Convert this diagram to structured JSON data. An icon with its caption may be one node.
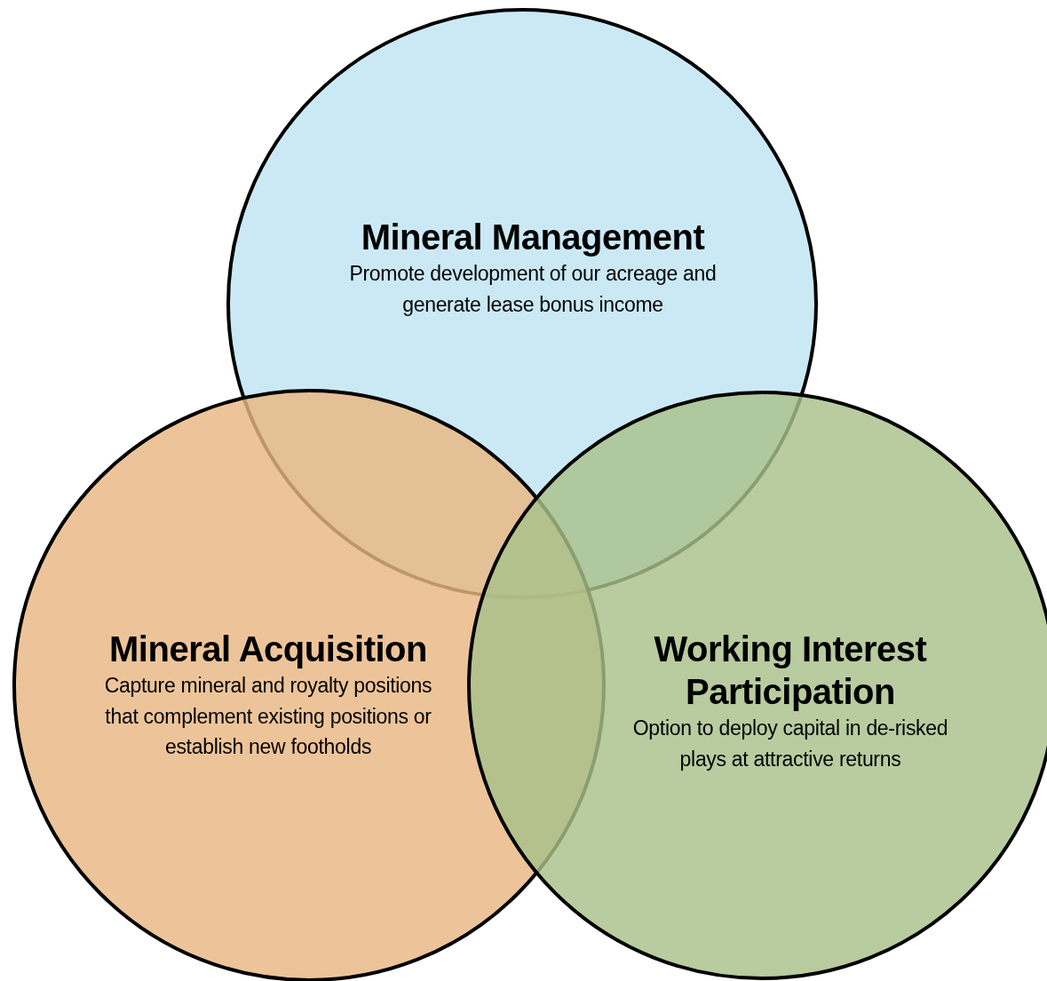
{
  "diagram": {
    "nodes": [
      {
        "text": [
          "Mineral Management",
          "Promote development of our acreage and generate lease bonus income"
        ]
      },
      {
        "text": [
          "Mineral Acquisition",
          "Capture mineral and royalty positions that complement existing positions or establish new footholds"
        ]
      },
      {
        "text": [
          "Working Interest Participation",
          "Option to deploy capital in de-risked plays at attractive returns"
        ]
      }
    ]
  }
}
